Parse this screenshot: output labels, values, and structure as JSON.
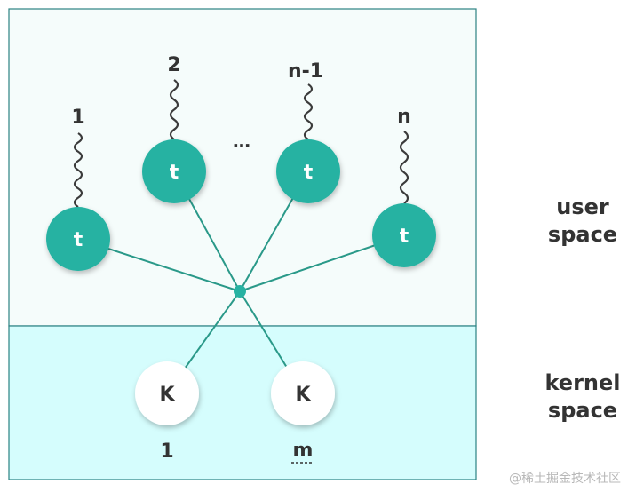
{
  "colors": {
    "user_bg": "#f5fcfb",
    "kernel_bg": "#d5fdfd",
    "border": "#2b8283",
    "thread_fill": "#27b2a2",
    "line": "#2a9989",
    "label_text": "#333333",
    "thread_text": "#ffffff"
  },
  "threads": [
    {
      "node_label": "t",
      "top_label": "1"
    },
    {
      "node_label": "t",
      "top_label": "2"
    },
    {
      "node_label": "t",
      "top_label": "n-1"
    },
    {
      "node_label": "t",
      "top_label": "n"
    }
  ],
  "ellipsis": "…",
  "kernel_threads": [
    {
      "node_label": "K",
      "bottom_label": "1"
    },
    {
      "node_label": "K",
      "bottom_label": "m"
    }
  ],
  "regions": {
    "user": {
      "line1": "user",
      "line2": "space"
    },
    "kernel": {
      "line1": "kernel",
      "line2": "space"
    }
  },
  "watermark": "@稀土掘金技术社区"
}
